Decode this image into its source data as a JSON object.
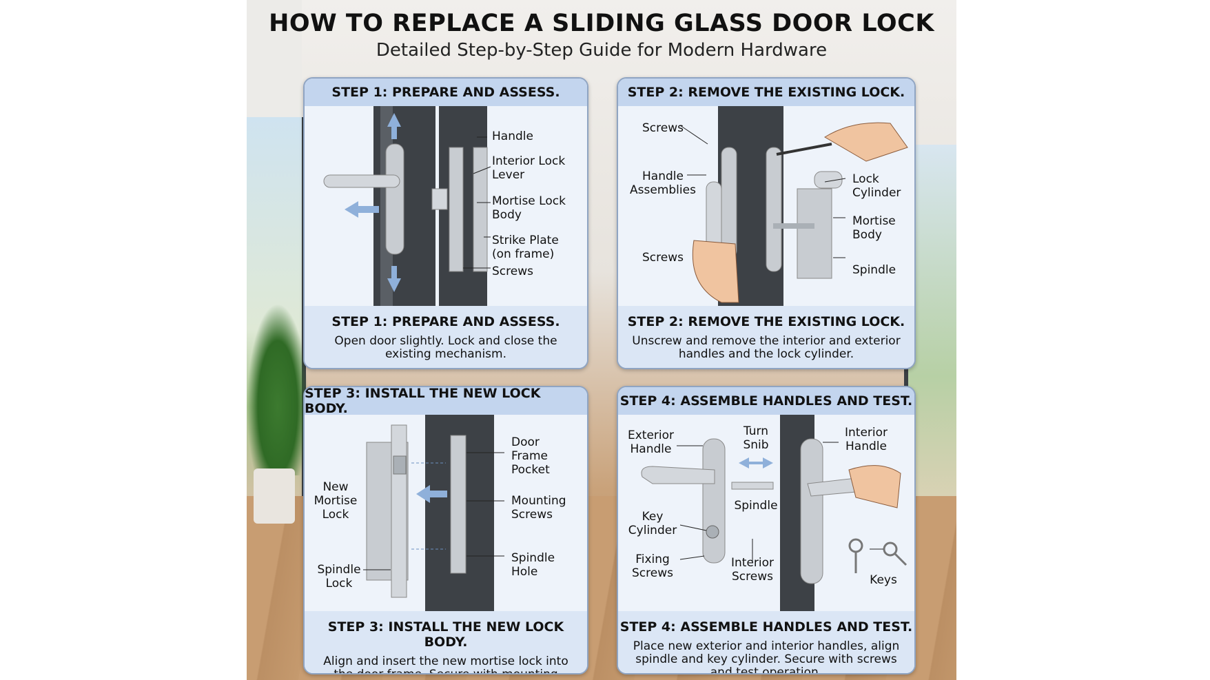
{
  "title": "HOW TO REPLACE A SLIDING GLASS DOOR LOCK",
  "subtitle": "Detailed Step-by-Step Guide for Modern Hardware",
  "steps": [
    {
      "header": "STEP 1: PREPARE AND ASSESS.",
      "footer_title": "STEP 1: PREPARE AND ASSESS.",
      "description": "Open door slightly. Lock and close the existing mechanism.",
      "labels": {
        "handle": "Handle",
        "interior_lock_lever": "Interior Lock Lever",
        "mortise_lock_body": "Mortise Lock Body",
        "strike_plate": "Strike Plate (on frame)",
        "screws": "Screws"
      }
    },
    {
      "header": "STEP 2: REMOVE THE EXISTING LOCK.",
      "footer_title": "STEP 2: REMOVE THE EXISTING LOCK.",
      "description": "Unscrew and remove the interior and exterior handles and the lock cylinder.",
      "labels": {
        "screws_top": "Screws",
        "handle_assemblies": "Handle Assemblies",
        "screws_bottom": "Screws",
        "lock_cylinder": "Lock Cylinder",
        "mortise_body": "Mortise Body",
        "spindle": "Spindle"
      }
    },
    {
      "header": "STEP 3: INSTALL THE NEW LOCK BODY.",
      "footer_title": "STEP 3: INSTALL THE NEW LOCK BODY.",
      "description": "Align and insert the new mortise lock into the door frame. Secure with mounting screws.",
      "labels": {
        "new_mortise_lock": "New Mortise Lock",
        "spindle_lock": "Spindle Lock",
        "door_frame_pocket": "Door Frame Pocket",
        "mounting_screws": "Mounting Screws",
        "spindle_hole": "Spindle Hole"
      }
    },
    {
      "header": "STEP 4: ASSEMBLE HANDLES AND TEST.",
      "footer_title": "STEP 4: ASSEMBLE HANDLES AND TEST.",
      "description": "Place new exterior and interior handles, align spindle and key cylinder. Secure with screws and test operation.",
      "labels": {
        "exterior_handle": "Exterior Handle",
        "turn_snib": "Turn Snib",
        "interior_handle": "Interior Handle",
        "spindle": "Spindle",
        "key_cylinder": "Key Cylinder",
        "fixing_screws": "Fixing Screws",
        "interior_screws": "Interior Screws",
        "keys": "Keys"
      }
    }
  ],
  "colors": {
    "card_header": "#c3d5ee",
    "card_border": "#8fa4c2",
    "arrow_blue": "#8fb0da",
    "frame_dark": "#3d4146",
    "metal": "#c8ccd1"
  }
}
